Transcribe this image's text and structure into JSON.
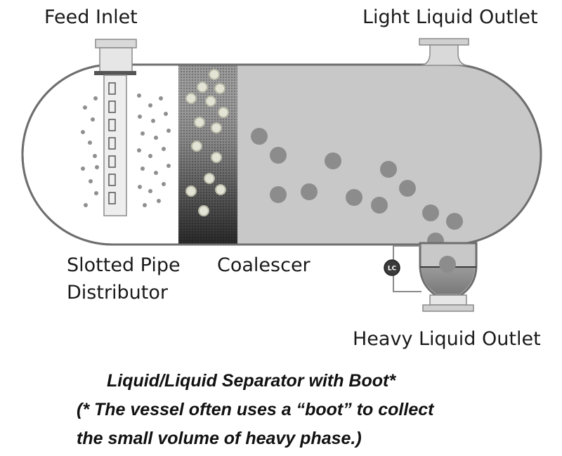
{
  "labels": {
    "feed_inlet": "Feed Inlet",
    "light_liquid_outlet": "Light Liquid Outlet",
    "slotted_pipe_line1": "Slotted Pipe",
    "slotted_pipe_line2": "Distributor",
    "coalescer": "Coalescer",
    "heavy_liquid_outlet": "Heavy Liquid Outlet",
    "level_controller": "LC"
  },
  "caption": {
    "line1": "Liquid/Liquid Separator with Boot*",
    "line2": "(* The vessel often uses a “boot” to collect",
    "line3": "the small volume of heavy phase.)"
  },
  "colors": {
    "vessel_outline": "#6e6e6e",
    "liquid_fill": "#c8c8c8",
    "heavy_phase_fill": "#8a8a8a",
    "droplet": "#8c8c8c",
    "mist_dot": "#8f8f8f",
    "coalescer_dark": "#3a3a3a"
  }
}
